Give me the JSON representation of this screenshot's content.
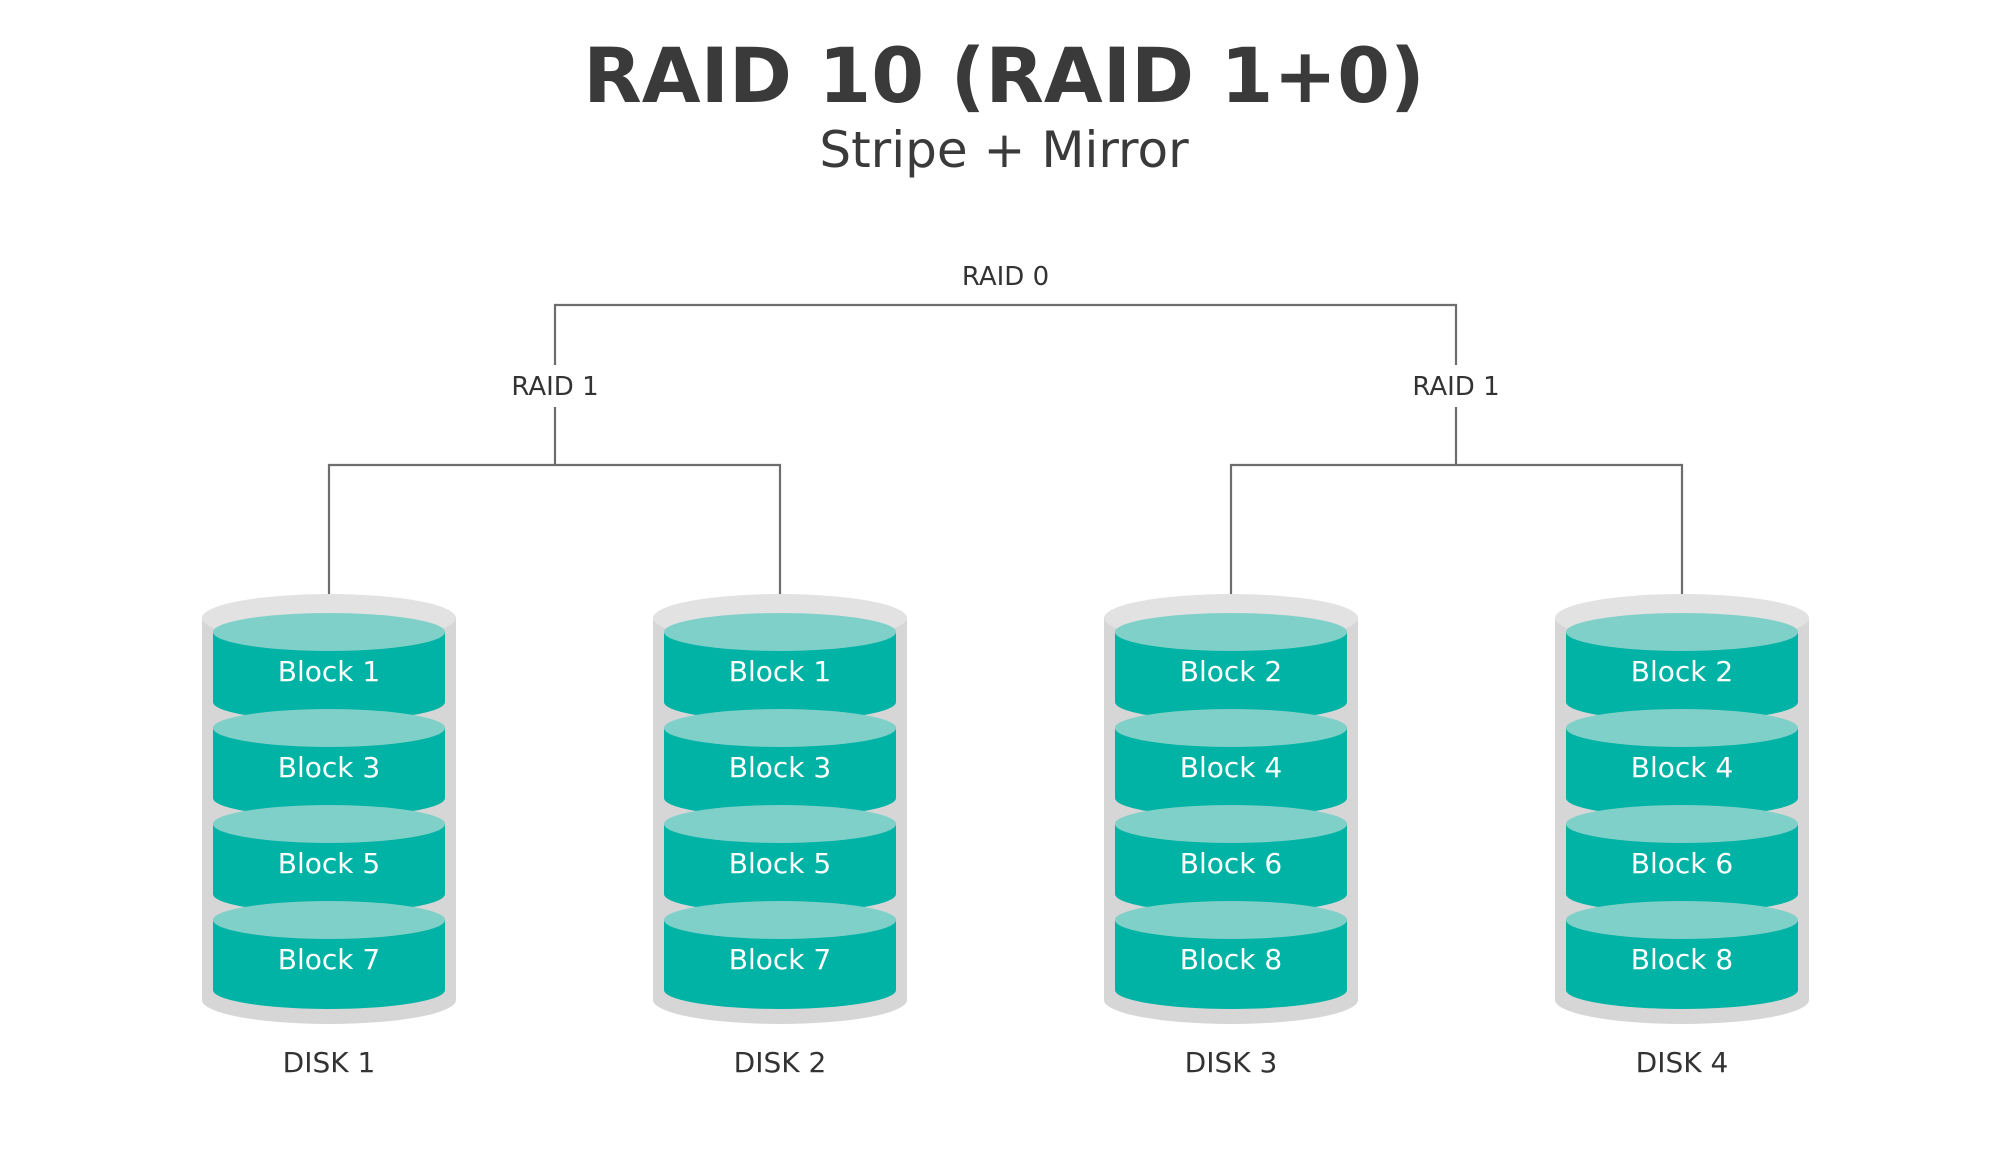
{
  "title": "RAID 10 (RAID 1+0)",
  "subtitle": "Stripe + Mirror",
  "raid0_label": "RAID 0",
  "mirrors": [
    {
      "label": "RAID 1",
      "disks": [
        0,
        1
      ]
    },
    {
      "label": "RAID 1",
      "disks": [
        2,
        3
      ]
    }
  ],
  "disks": [
    {
      "label": "DISK 1",
      "blocks": [
        "Block 1",
        "Block 3",
        "Block 5",
        "Block 7"
      ]
    },
    {
      "label": "DISK 2",
      "blocks": [
        "Block 1",
        "Block 3",
        "Block 5",
        "Block 7"
      ]
    },
    {
      "label": "DISK 3",
      "blocks": [
        "Block 2",
        "Block 4",
        "Block 6",
        "Block 8"
      ]
    },
    {
      "label": "DISK 4",
      "blocks": [
        "Block 2",
        "Block 4",
        "Block 6",
        "Block 8"
      ]
    }
  ],
  "colors": {
    "platter": "#00b3a4",
    "platter_top": "#7fd0c8",
    "casing": "#d6d6d6",
    "casing_top": "#e2e2e2",
    "line": "#6d6d6d",
    "text": "#3a3a3a"
  }
}
